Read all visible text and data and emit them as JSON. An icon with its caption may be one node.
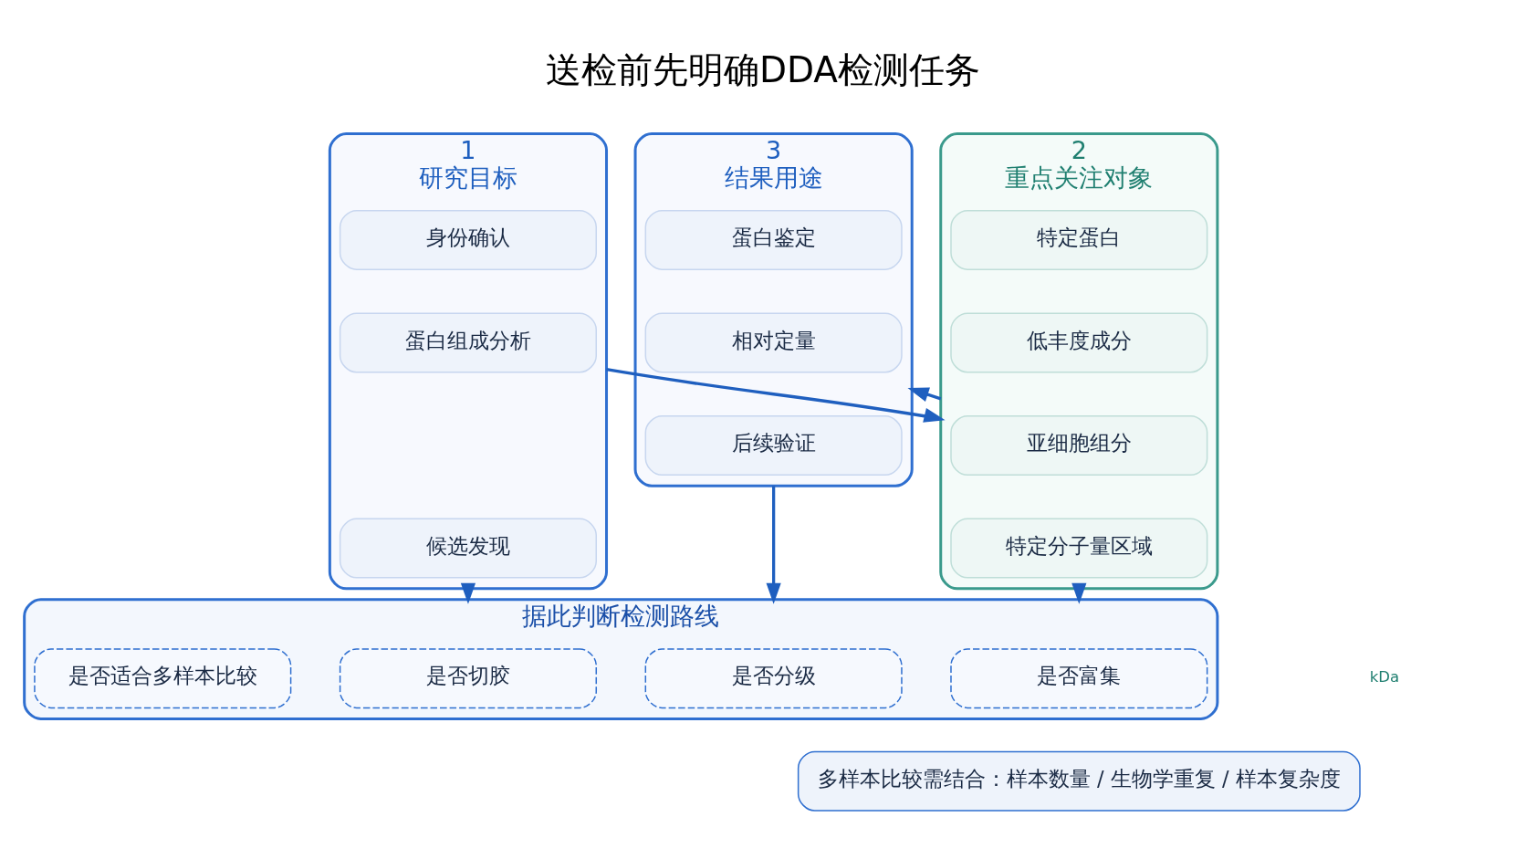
{
  "diagram": {
    "title": "送检前先明确DDA检测任务",
    "nodes": [
      {
        "text": [
          "1",
          "研究目标"
        ]
      },
      {
        "text": [
          "身份确认"
        ],
        "in": 0
      },
      {
        "text": [
          "蛋白组成分析"
        ],
        "in": 0
      },
      {
        "text": [
          "候选发现"
        ],
        "in": 0
      },
      {
        "text": [
          "2",
          "重点关注对象"
        ]
      },
      {
        "text": [
          "特定蛋白"
        ],
        "in": 4
      },
      {
        "text": [
          "低丰度成分"
        ],
        "in": 4
      },
      {
        "text": [
          "亚细胞组分"
        ],
        "in": 4
      },
      {
        "text": [
          "特定分子量区域"
        ],
        "in": 4
      },
      {
        "text": [
          "3",
          "结果用途"
        ]
      },
      {
        "text": [
          "蛋白鉴定"
        ],
        "in": 9
      },
      {
        "text": [
          "相对定量"
        ],
        "in": 9
      },
      {
        "text": [
          "后续验证"
        ],
        "in": 9
      },
      {
        "text": [
          "据此判断检测路线"
        ]
      },
      {
        "text": [
          "是否切胶"
        ],
        "in": 13
      },
      {
        "text": [
          "是否富集"
        ],
        "in": 13
      },
      {
        "text": [
          "是否分级"
        ],
        "in": 13
      },
      {
        "text": [
          "是否适合多样本比较"
        ],
        "in": 13
      },
      {
        "text": [
          "多样本比较需结合：样本数量 / 生物学重复 / 样本复杂度"
        ]
      }
    ],
    "edges": [
      {
        "from": 0,
        "to": 4,
        "arrow": "to"
      },
      {
        "from": 4,
        "to": 9,
        "arrow": "to"
      },
      {
        "from": 0,
        "to": 13,
        "arrow": "to"
      },
      {
        "from": 4,
        "to": 13,
        "arrow": "to"
      },
      {
        "from": 9,
        "to": 13,
        "arrow": "to"
      }
    ],
    "labels": [
      "kDa"
    ]
  }
}
